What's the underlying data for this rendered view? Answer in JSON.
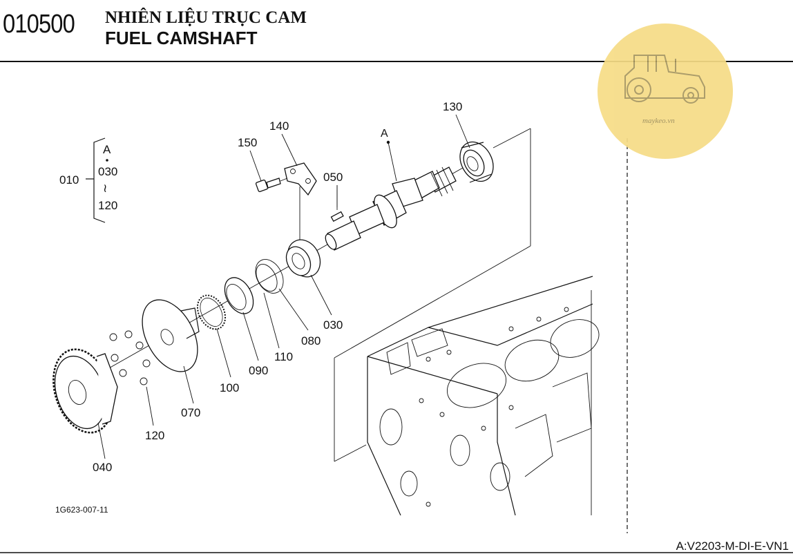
{
  "header": {
    "code": "010500",
    "title_vi": "NHIÊN LIỆU TRỤC CAM",
    "title_en": "FUEL CAMSHAFT"
  },
  "callouts": {
    "p010": "010",
    "p030": "030",
    "p040": "040",
    "p050": "050",
    "p070": "070",
    "p080": "080",
    "p090": "090",
    "p100": "100",
    "p110": "110",
    "p120": "120",
    "p130": "130",
    "p140": "140",
    "p150": "150",
    "ref_a": "A"
  },
  "group_bracket": {
    "top": "A",
    "from": "030",
    "range_symbol": "≀",
    "to": "120"
  },
  "drawing_code": "1G623-007-11",
  "model_code": "A:V2203-M-DI-E-VN1",
  "watermark": {
    "text": "maykeo.vn",
    "color": "#f6dc86"
  }
}
